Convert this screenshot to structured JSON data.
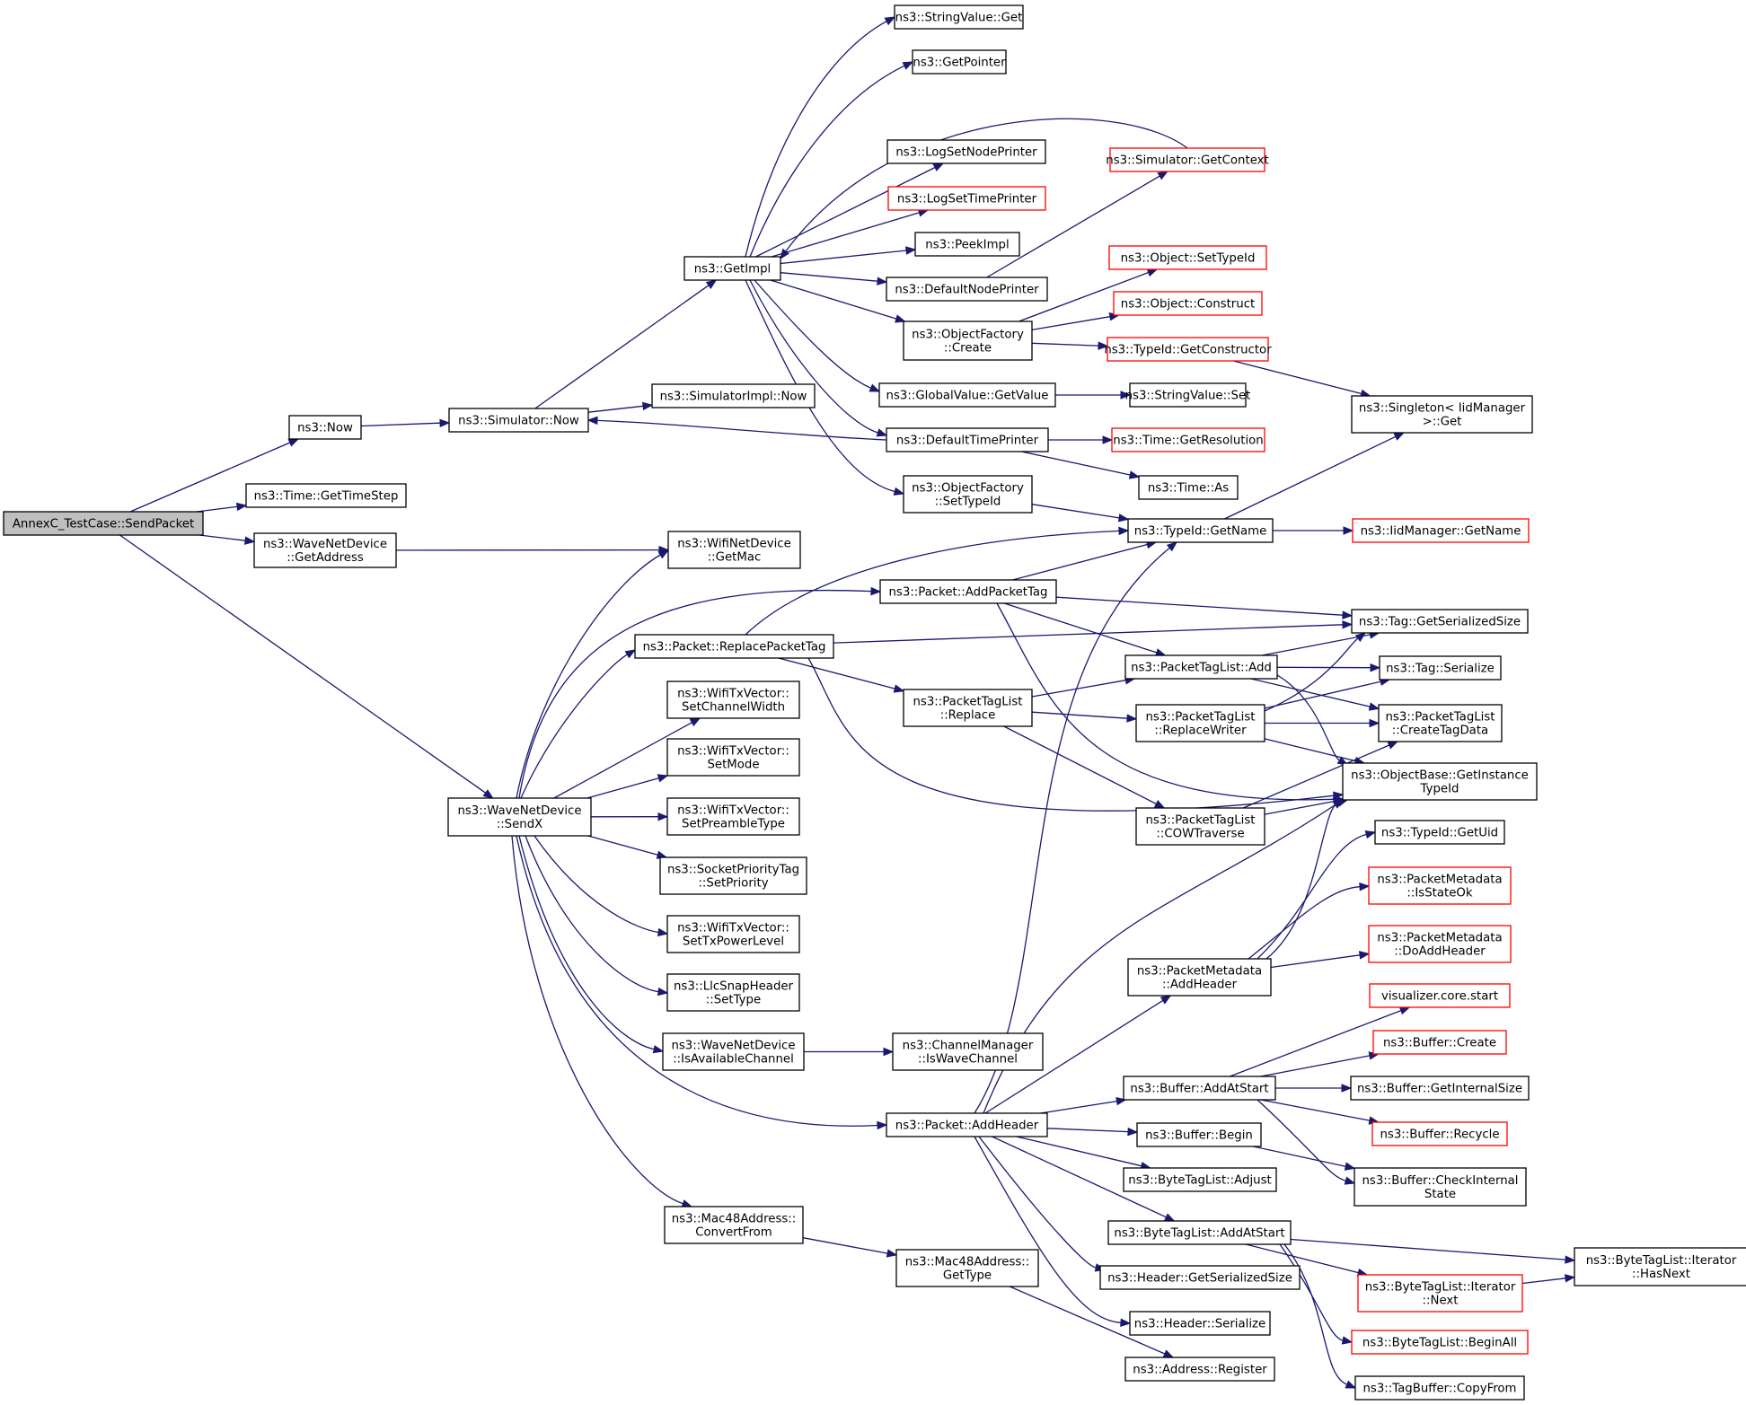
{
  "diagram": {
    "nodes": [
      {
        "id": "root",
        "lines": [
          "AnnexC_TestCase::SendPacket"
        ],
        "style": "root"
      },
      {
        "id": "now",
        "lines": [
          "ns3::Now"
        ],
        "style": "normal"
      },
      {
        "id": "gettimestep",
        "lines": [
          "ns3::Time::GetTimeStep"
        ],
        "style": "normal"
      },
      {
        "id": "wnd_getaddress",
        "lines": [
          "ns3::WaveNetDevice",
          "::GetAddress"
        ],
        "style": "normal"
      },
      {
        "id": "wnd_sendx",
        "lines": [
          "ns3::WaveNetDevice",
          "::SendX"
        ],
        "style": "normal"
      },
      {
        "id": "sim_now",
        "lines": [
          "ns3::Simulator::Now"
        ],
        "style": "normal"
      },
      {
        "id": "simimpl_now",
        "lines": [
          "ns3::SimulatorImpl::Now"
        ],
        "style": "normal"
      },
      {
        "id": "getimpl",
        "lines": [
          "ns3::GetImpl"
        ],
        "style": "normal"
      },
      {
        "id": "stringvalue_get",
        "lines": [
          "ns3::StringValue::Get"
        ],
        "style": "normal"
      },
      {
        "id": "getpointer",
        "lines": [
          "ns3::GetPointer"
        ],
        "style": "normal"
      },
      {
        "id": "logsetnodeprinter",
        "lines": [
          "ns3::LogSetNodePrinter"
        ],
        "style": "normal"
      },
      {
        "id": "logsettimeprinter",
        "lines": [
          "ns3::LogSetTimePrinter"
        ],
        "style": "red"
      },
      {
        "id": "peekimpl",
        "lines": [
          "ns3::PeekImpl"
        ],
        "style": "normal"
      },
      {
        "id": "defaultnodeprinter",
        "lines": [
          "ns3::DefaultNodePrinter"
        ],
        "style": "normal"
      },
      {
        "id": "objfactory_create",
        "lines": [
          "ns3::ObjectFactory",
          "::Create"
        ],
        "style": "normal"
      },
      {
        "id": "globalvalue_getvalue",
        "lines": [
          "ns3::GlobalValue::GetValue"
        ],
        "style": "normal"
      },
      {
        "id": "defaulttimeprinter",
        "lines": [
          "ns3::DefaultTimePrinter"
        ],
        "style": "normal"
      },
      {
        "id": "objfactory_settypeid",
        "lines": [
          "ns3::ObjectFactory",
          "::SetTypeId"
        ],
        "style": "normal"
      },
      {
        "id": "sim_getcontext",
        "lines": [
          "ns3::Simulator::GetContext"
        ],
        "style": "red"
      },
      {
        "id": "object_settypeid",
        "lines": [
          "ns3::Object::SetTypeId"
        ],
        "style": "red"
      },
      {
        "id": "object_construct",
        "lines": [
          "ns3::Object::Construct"
        ],
        "style": "red"
      },
      {
        "id": "typeid_getconstructor",
        "lines": [
          "ns3::TypeId::GetConstructor"
        ],
        "style": "red"
      },
      {
        "id": "stringvalue_set",
        "lines": [
          "ns3::StringValue::Set"
        ],
        "style": "normal"
      },
      {
        "id": "time_getresolution",
        "lines": [
          "ns3::Time::GetResolution"
        ],
        "style": "red"
      },
      {
        "id": "time_as",
        "lines": [
          "ns3::Time::As"
        ],
        "style": "normal"
      },
      {
        "id": "singleton_get",
        "lines": [
          "ns3::Singleton< IidManager",
          " >::Get"
        ],
        "style": "normal"
      },
      {
        "id": "typeid_getname",
        "lines": [
          "ns3::TypeId::GetName"
        ],
        "style": "normal"
      },
      {
        "id": "iidmanager_getname",
        "lines": [
          "ns3::IidManager::GetName"
        ],
        "style": "red"
      },
      {
        "id": "wifinetdevice_getmac",
        "lines": [
          "ns3::WifiNetDevice",
          "::GetMac"
        ],
        "style": "normal"
      },
      {
        "id": "packet_addpackettag",
        "lines": [
          "ns3::Packet::AddPacketTag"
        ],
        "style": "normal"
      },
      {
        "id": "packet_replacepackettag",
        "lines": [
          "ns3::Packet::ReplacePacketTag"
        ],
        "style": "normal"
      },
      {
        "id": "tag_getserializedsize",
        "lines": [
          "ns3::Tag::GetSerializedSize"
        ],
        "style": "normal"
      },
      {
        "id": "packettaglist_add",
        "lines": [
          "ns3::PacketTagList::Add"
        ],
        "style": "normal"
      },
      {
        "id": "tag_serialize",
        "lines": [
          "ns3::Tag::Serialize"
        ],
        "style": "normal"
      },
      {
        "id": "packettaglist_replace",
        "lines": [
          "ns3::PacketTagList",
          "::Replace"
        ],
        "style": "normal"
      },
      {
        "id": "packettaglist_replacewriter",
        "lines": [
          "ns3::PacketTagList",
          "::ReplaceWriter"
        ],
        "style": "normal"
      },
      {
        "id": "packettaglist_createtagdata",
        "lines": [
          "ns3::PacketTagList",
          "::CreateTagData"
        ],
        "style": "normal"
      },
      {
        "id": "objectbase_getinstancetypeid",
        "lines": [
          "ns3::ObjectBase::GetInstance",
          "TypeId"
        ],
        "style": "normal"
      },
      {
        "id": "packettaglist_cowtraverse",
        "lines": [
          "ns3::PacketTagList",
          "::COWTraverse"
        ],
        "style": "normal"
      },
      {
        "id": "wifitxvector_setchannelwidth",
        "lines": [
          "ns3::WifiTxVector::",
          "SetChannelWidth"
        ],
        "style": "normal"
      },
      {
        "id": "wifitxvector_setmode",
        "lines": [
          "ns3::WifiTxVector::",
          "SetMode"
        ],
        "style": "normal"
      },
      {
        "id": "wifitxvector_setpreambletype",
        "lines": [
          "ns3::WifiTxVector::",
          "SetPreambleType"
        ],
        "style": "normal"
      },
      {
        "id": "socketprioritytag_setpriority",
        "lines": [
          "ns3::SocketPriorityTag",
          "::SetPriority"
        ],
        "style": "normal"
      },
      {
        "id": "wifitxvector_settxpowerlevel",
        "lines": [
          "ns3::WifiTxVector::",
          "SetTxPowerLevel"
        ],
        "style": "normal"
      },
      {
        "id": "llcsnapheader_settype",
        "lines": [
          "ns3::LlcSnapHeader",
          "::SetType"
        ],
        "style": "normal"
      },
      {
        "id": "wnd_isavailablechannel",
        "lines": [
          "ns3::WaveNetDevice",
          "::IsAvailableChannel"
        ],
        "style": "normal"
      },
      {
        "id": "channelmanager_iswavechannel",
        "lines": [
          "ns3::ChannelManager",
          "::IsWaveChannel"
        ],
        "style": "normal"
      },
      {
        "id": "typeid_getuid",
        "lines": [
          "ns3::TypeId::GetUid"
        ],
        "style": "normal"
      },
      {
        "id": "packetmetadata_isstateok",
        "lines": [
          "ns3::PacketMetadata",
          "::IsStateOk"
        ],
        "style": "red"
      },
      {
        "id": "packetmetadata_doaddheader",
        "lines": [
          "ns3::PacketMetadata",
          "::DoAddHeader"
        ],
        "style": "red"
      },
      {
        "id": "packetmetadata_addheader",
        "lines": [
          "ns3::PacketMetadata",
          "::AddHeader"
        ],
        "style": "normal"
      },
      {
        "id": "visualizer_core_start",
        "lines": [
          "visualizer.core.start"
        ],
        "style": "red"
      },
      {
        "id": "buffer_create",
        "lines": [
          "ns3::Buffer::Create"
        ],
        "style": "red"
      },
      {
        "id": "buffer_addatstart",
        "lines": [
          "ns3::Buffer::AddAtStart"
        ],
        "style": "normal"
      },
      {
        "id": "buffer_getinternalsize",
        "lines": [
          "ns3::Buffer::GetInternalSize"
        ],
        "style": "normal"
      },
      {
        "id": "buffer_recycle",
        "lines": [
          "ns3::Buffer::Recycle"
        ],
        "style": "red"
      },
      {
        "id": "packet_addheader",
        "lines": [
          "ns3::Packet::AddHeader"
        ],
        "style": "normal"
      },
      {
        "id": "buffer_begin",
        "lines": [
          "ns3::Buffer::Begin"
        ],
        "style": "normal"
      },
      {
        "id": "buffer_checkinternalstate",
        "lines": [
          "ns3::Buffer::CheckInternal",
          "State"
        ],
        "style": "normal"
      },
      {
        "id": "bytetaglist_adjust",
        "lines": [
          "ns3::ByteTagList::Adjust"
        ],
        "style": "normal"
      },
      {
        "id": "bytetaglist_addatstart",
        "lines": [
          "ns3::ByteTagList::AddAtStart"
        ],
        "style": "normal"
      },
      {
        "id": "bytetaglist_iterator_hasnext",
        "lines": [
          "ns3::ByteTagList::Iterator",
          "::HasNext"
        ],
        "style": "normal"
      },
      {
        "id": "mac48_convertfrom",
        "lines": [
          "ns3::Mac48Address::",
          "ConvertFrom"
        ],
        "style": "normal"
      },
      {
        "id": "mac48_gettype",
        "lines": [
          "ns3::Mac48Address::",
          "GetType"
        ],
        "style": "normal"
      },
      {
        "id": "header_getserializedsize",
        "lines": [
          "ns3::Header::GetSerializedSize"
        ],
        "style": "normal"
      },
      {
        "id": "bytetaglist_iterator_next",
        "lines": [
          "ns3::ByteTagList::Iterator",
          "::Next"
        ],
        "style": "red"
      },
      {
        "id": "header_serialize",
        "lines": [
          "ns3::Header::Serialize"
        ],
        "style": "normal"
      },
      {
        "id": "bytetaglist_beginall",
        "lines": [
          "ns3::ByteTagList::BeginAll"
        ],
        "style": "red"
      },
      {
        "id": "address_register",
        "lines": [
          "ns3::Address::Register"
        ],
        "style": "normal"
      },
      {
        "id": "tagbuffer_copyfrom",
        "lines": [
          "ns3::TagBuffer::CopyFrom"
        ],
        "style": "normal"
      }
    ],
    "edges": [
      [
        "root",
        "now"
      ],
      [
        "root",
        "gettimestep"
      ],
      [
        "root",
        "wnd_getaddress"
      ],
      [
        "root",
        "wnd_sendx"
      ],
      [
        "now",
        "sim_now"
      ],
      [
        "sim_now",
        "simimpl_now"
      ],
      [
        "sim_now",
        "getimpl"
      ],
      [
        "getimpl",
        "stringvalue_get"
      ],
      [
        "getimpl",
        "getpointer"
      ],
      [
        "getimpl",
        "logsetnodeprinter"
      ],
      [
        "getimpl",
        "logsettimeprinter"
      ],
      [
        "getimpl",
        "peekimpl"
      ],
      [
        "getimpl",
        "defaultnodeprinter"
      ],
      [
        "getimpl",
        "objfactory_create"
      ],
      [
        "getimpl",
        "globalvalue_getvalue"
      ],
      [
        "getimpl",
        "defaulttimeprinter"
      ],
      [
        "getimpl",
        "objfactory_settypeid"
      ],
      [
        "sim_getcontext",
        "getimpl"
      ],
      [
        "defaultnodeprinter",
        "sim_getcontext"
      ],
      [
        "defaulttimeprinter",
        "sim_now"
      ],
      [
        "defaulttimeprinter",
        "time_getresolution"
      ],
      [
        "defaulttimeprinter",
        "time_as"
      ],
      [
        "objfactory_create",
        "object_settypeid"
      ],
      [
        "objfactory_create",
        "object_construct"
      ],
      [
        "objfactory_create",
        "typeid_getconstructor"
      ],
      [
        "typeid_getconstructor",
        "singleton_get"
      ],
      [
        "globalvalue_getvalue",
        "stringvalue_set"
      ],
      [
        "objfactory_settypeid",
        "typeid_getname"
      ],
      [
        "typeid_getname",
        "singleton_get"
      ],
      [
        "typeid_getname",
        "iidmanager_getname"
      ],
      [
        "wnd_getaddress",
        "wifinetdevice_getmac"
      ],
      [
        "wnd_sendx",
        "wifinetdevice_getmac"
      ],
      [
        "wnd_sendx",
        "packet_addpackettag"
      ],
      [
        "wnd_sendx",
        "packet_replacepackettag"
      ],
      [
        "wnd_sendx",
        "wifitxvector_setchannelwidth"
      ],
      [
        "wnd_sendx",
        "wifitxvector_setmode"
      ],
      [
        "wnd_sendx",
        "wifitxvector_setpreambletype"
      ],
      [
        "wnd_sendx",
        "socketprioritytag_setpriority"
      ],
      [
        "wnd_sendx",
        "wifitxvector_settxpowerlevel"
      ],
      [
        "wnd_sendx",
        "llcsnapheader_settype"
      ],
      [
        "wnd_sendx",
        "wnd_isavailablechannel"
      ],
      [
        "wnd_sendx",
        "packet_addheader"
      ],
      [
        "wnd_sendx",
        "mac48_convertfrom"
      ],
      [
        "packet_addpackettag",
        "typeid_getname"
      ],
      [
        "packet_addpackettag",
        "tag_getserializedsize"
      ],
      [
        "packet_addpackettag",
        "packettaglist_add"
      ],
      [
        "packet_addpackettag",
        "objectbase_getinstancetypeid"
      ],
      [
        "packet_replacepackettag",
        "typeid_getname"
      ],
      [
        "packet_replacepackettag",
        "tag_getserializedsize"
      ],
      [
        "packet_replacepackettag",
        "packettaglist_replace"
      ],
      [
        "packet_replacepackettag",
        "objectbase_getinstancetypeid"
      ],
      [
        "packettaglist_add",
        "tag_getserializedsize"
      ],
      [
        "packettaglist_add",
        "tag_serialize"
      ],
      [
        "packettaglist_add",
        "packettaglist_createtagdata"
      ],
      [
        "packettaglist_add",
        "objectbase_getinstancetypeid"
      ],
      [
        "packettaglist_replace",
        "packettaglist_add"
      ],
      [
        "packettaglist_replace",
        "packettaglist_replacewriter"
      ],
      [
        "packettaglist_replace",
        "packettaglist_cowtraverse"
      ],
      [
        "packettaglist_replacewriter",
        "tag_getserializedsize"
      ],
      [
        "packettaglist_replacewriter",
        "tag_serialize"
      ],
      [
        "packettaglist_replacewriter",
        "packettaglist_createtagdata"
      ],
      [
        "packettaglist_replacewriter",
        "objectbase_getinstancetypeid"
      ],
      [
        "packettaglist_cowtraverse",
        "packettaglist_createtagdata"
      ],
      [
        "packettaglist_cowtraverse",
        "objectbase_getinstancetypeid"
      ],
      [
        "wnd_isavailablechannel",
        "channelmanager_iswavechannel"
      ],
      [
        "packet_addheader",
        "typeid_getname"
      ],
      [
        "packet_addheader",
        "objectbase_getinstancetypeid"
      ],
      [
        "packet_addheader",
        "packetmetadata_addheader"
      ],
      [
        "packet_addheader",
        "buffer_addatstart"
      ],
      [
        "packet_addheader",
        "buffer_begin"
      ],
      [
        "packet_addheader",
        "bytetaglist_adjust"
      ],
      [
        "packet_addheader",
        "bytetaglist_addatstart"
      ],
      [
        "packet_addheader",
        "header_getserializedsize"
      ],
      [
        "packet_addheader",
        "header_serialize"
      ],
      [
        "packetmetadata_addheader",
        "objectbase_getinstancetypeid"
      ],
      [
        "packetmetadata_addheader",
        "typeid_getuid"
      ],
      [
        "packetmetadata_addheader",
        "packetmetadata_isstateok"
      ],
      [
        "packetmetadata_addheader",
        "packetmetadata_doaddheader"
      ],
      [
        "buffer_addatstart",
        "visualizer_core_start"
      ],
      [
        "buffer_addatstart",
        "buffer_create"
      ],
      [
        "buffer_addatstart",
        "buffer_getinternalsize"
      ],
      [
        "buffer_addatstart",
        "buffer_recycle"
      ],
      [
        "buffer_addatstart",
        "buffer_checkinternalstate"
      ],
      [
        "buffer_begin",
        "buffer_checkinternalstate"
      ],
      [
        "bytetaglist_addatstart",
        "bytetaglist_iterator_hasnext"
      ],
      [
        "bytetaglist_addatstart",
        "bytetaglist_iterator_next"
      ],
      [
        "bytetaglist_addatstart",
        "bytetaglist_beginall"
      ],
      [
        "bytetaglist_addatstart",
        "tagbuffer_copyfrom"
      ],
      [
        "bytetaglist_iterator_next",
        "bytetaglist_iterator_hasnext"
      ],
      [
        "mac48_convertfrom",
        "mac48_gettype"
      ],
      [
        "mac48_gettype",
        "address_register"
      ]
    ]
  }
}
